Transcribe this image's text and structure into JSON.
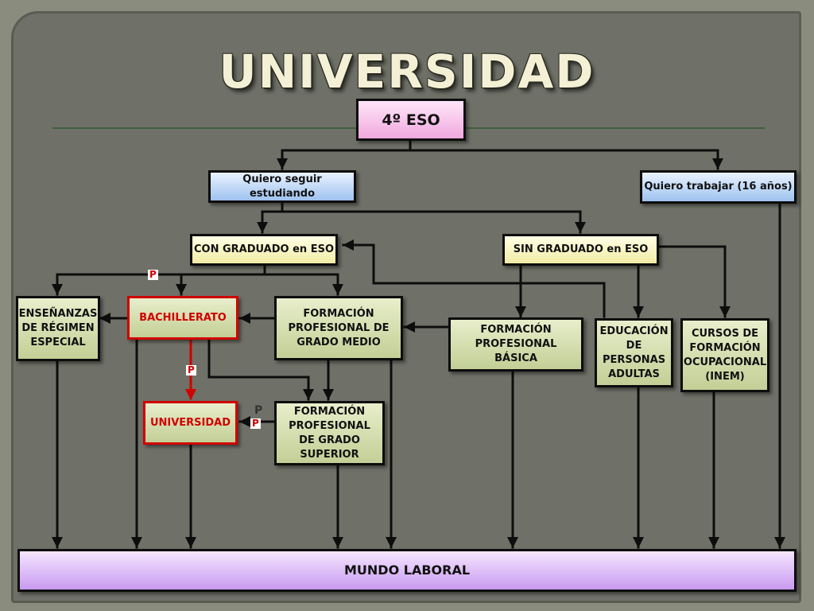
{
  "title": "UNIVERSIDAD",
  "nodes": {
    "eso4": "4º ESO",
    "seguir": "Quiero seguir estudiando",
    "trabajar": "Quiero trabajar (16 años)",
    "con_graduado": "CON GRADUADO en ESO",
    "sin_graduado": "SIN GRADUADO en ESO",
    "ensenanzas": "ENSEÑANZAS DE RÉGIMEN ESPECIAL",
    "bachillerato": "BACHILLERATO",
    "fp_medio": "FORMACIÓN PROFESIONAL DE GRADO MEDIO",
    "fp_basica": "FORMACIÓN PROFESIONAL BÁSICA",
    "educacion_adultas": "EDUCACIÓN DE PERSONAS ADULTAS",
    "cursos_inem": "CURSOS DE FORMACIÓN OCUPACIONAL (INEM)",
    "universidad": "UNIVERSIDAD",
    "fp_superior": "FORMACIÓN PROFESIONAL DE GRADO SUPERIOR",
    "mundo_laboral": "MUNDO LABORAL"
  },
  "markers": {
    "p1": "P",
    "p2": "P",
    "p3": "P",
    "p4": "P"
  },
  "colors": {
    "background": "#6f7168",
    "connector": "#0d0d0d",
    "highlight": "#d00000"
  }
}
